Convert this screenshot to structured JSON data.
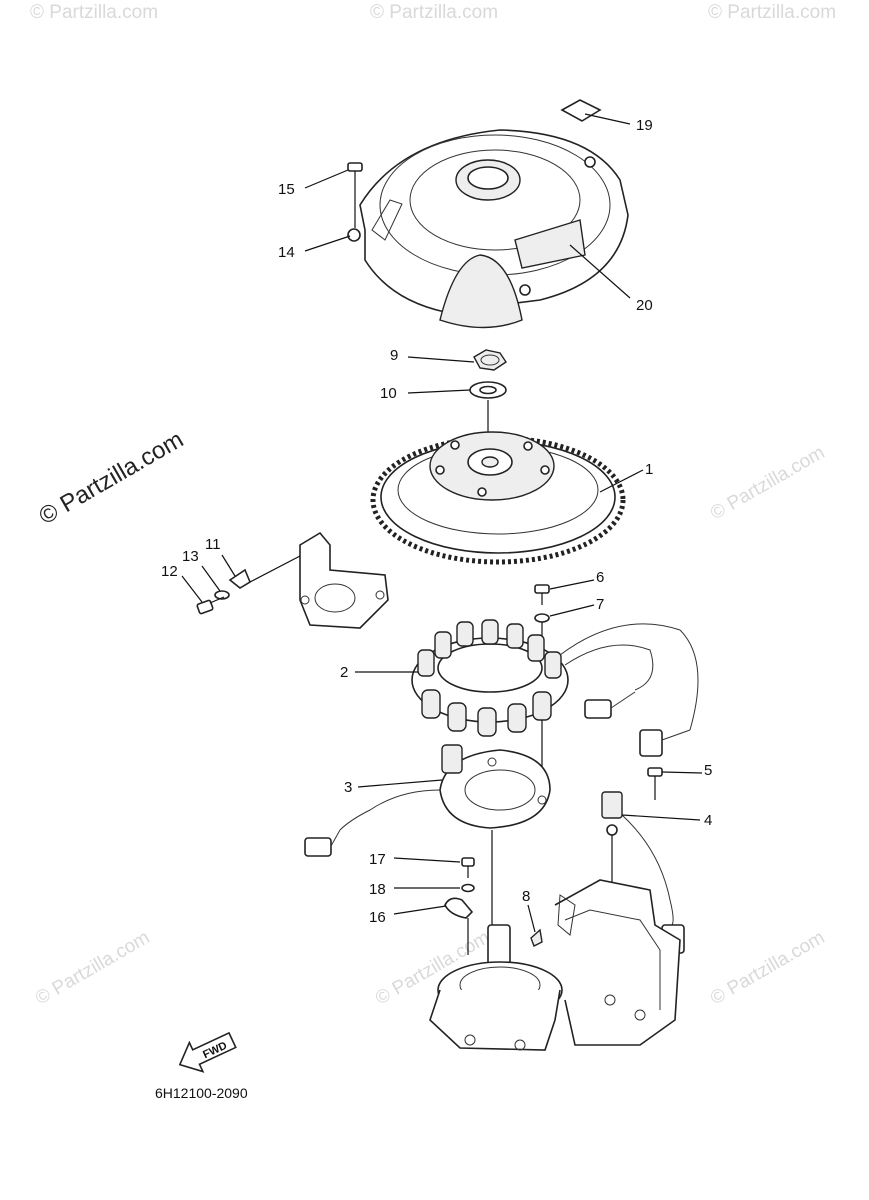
{
  "diagram": {
    "drawing_code": "6H12100-2090",
    "fwd_arrow_text": "FWD",
    "watermark_main": "© Partzilla.com",
    "watermark_faint": "© Partzilla.com",
    "callouts": [
      {
        "id": "19",
        "text": "19"
      },
      {
        "id": "15",
        "text": "15"
      },
      {
        "id": "14",
        "text": "14"
      },
      {
        "id": "20",
        "text": "20"
      },
      {
        "id": "9",
        "text": "9"
      },
      {
        "id": "10",
        "text": "10"
      },
      {
        "id": "1",
        "text": "1"
      },
      {
        "id": "11",
        "text": "11"
      },
      {
        "id": "13",
        "text": "13"
      },
      {
        "id": "12",
        "text": "12"
      },
      {
        "id": "6",
        "text": "6"
      },
      {
        "id": "7",
        "text": "7"
      },
      {
        "id": "2",
        "text": "2"
      },
      {
        "id": "3",
        "text": "3"
      },
      {
        "id": "5",
        "text": "5"
      },
      {
        "id": "4",
        "text": "4"
      },
      {
        "id": "17",
        "text": "17"
      },
      {
        "id": "18",
        "text": "18"
      },
      {
        "id": "8",
        "text": "8"
      },
      {
        "id": "16",
        "text": "16"
      }
    ]
  }
}
